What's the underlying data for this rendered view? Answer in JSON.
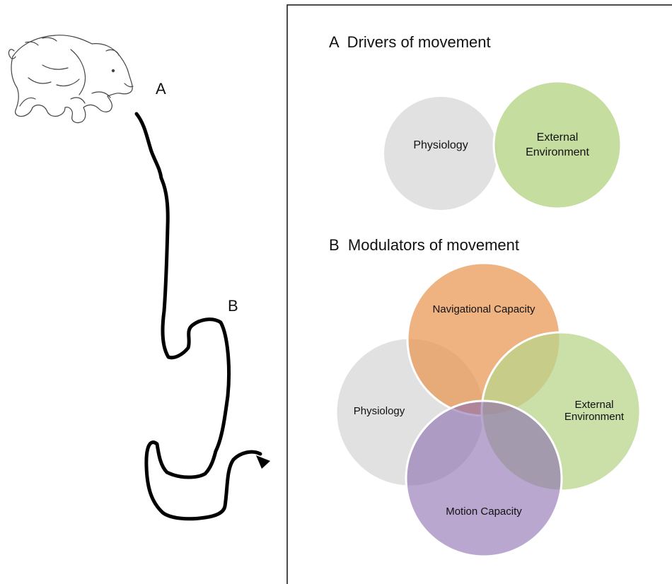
{
  "trajectory": {
    "label_a": "A",
    "label_b": "B",
    "animal_icon": "bear-icon"
  },
  "panel_a": {
    "heading": "A  Drivers of movement",
    "circles": [
      {
        "label": "Physiology",
        "color": "#e1e1e1"
      },
      {
        "label_line1": "External",
        "label_line2": "Environment",
        "color": "#c7db9f"
      }
    ]
  },
  "panel_b": {
    "heading": "B  Modulators of movement",
    "circles": [
      {
        "label": "Navigational Capacity",
        "color": "#eda96f"
      },
      {
        "label": "Physiology",
        "color": "#e1e1e1"
      },
      {
        "label_line1": "External",
        "label_line2": "Environment",
        "color": "#c7db9f"
      },
      {
        "label": "Motion Capacity",
        "color": "#ad98c8"
      }
    ]
  }
}
